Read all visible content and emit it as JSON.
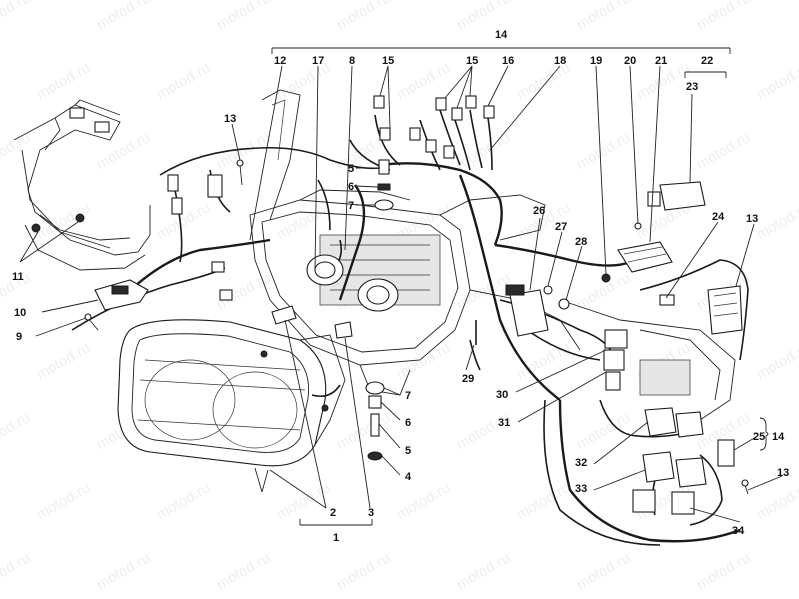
{
  "watermark": "motod.ru",
  "colors": {
    "ink": "#111111",
    "paper": "#ffffff"
  },
  "callouts": {
    "n1": "1",
    "n2": "2",
    "n3": "3",
    "n4": "4",
    "n5a": "5",
    "n5b": "5",
    "n6a": "6",
    "n6b": "6",
    "n7a": "7",
    "n7b": "7",
    "n8": "8",
    "n9": "9",
    "n10": "10",
    "n11": "11",
    "n12": "12",
    "n13a": "13",
    "n13b": "13",
    "n13c": "13",
    "n14a": "14",
    "n14b": "14",
    "n15a": "15",
    "n15b": "15",
    "n16": "16",
    "n17": "17",
    "n18": "18",
    "n19": "19",
    "n20": "20",
    "n21": "21",
    "n22": "22",
    "n23": "23",
    "n24": "24",
    "n25": "25",
    "n26": "26",
    "n27": "27",
    "n28": "28",
    "n29": "29",
    "n30": "30",
    "n31": "31",
    "n32": "32",
    "n33": "33",
    "n34": "34"
  }
}
